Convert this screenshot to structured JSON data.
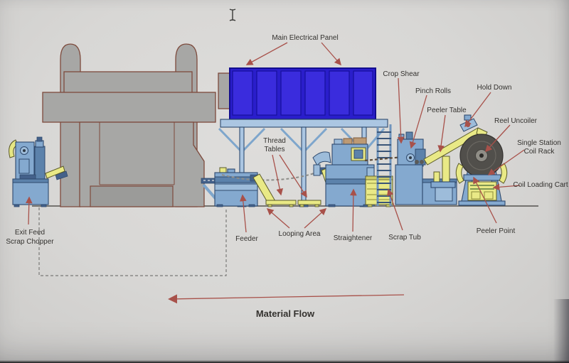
{
  "diagram": {
    "description": "Coil feed press line equipment layout",
    "labels": {
      "main_electrical_panel": "Main Electrical Panel",
      "crop_shear": "Crop Shear",
      "pinch_rolls": "Pinch Rolls",
      "hold_down": "Hold Down",
      "peeler_table": "Peeler Table",
      "reel_uncoiler": "Reel Uncoiler",
      "single_station_line1": "Single Station",
      "single_station_line2": "Coil Rack",
      "coil_loading_cart": "Coil Loading Cart",
      "peeler_point": "Peeler Point",
      "scrap_tub": "Scrap Tub",
      "straightener": "Straightener",
      "looping_area": "Looping Area",
      "feeder": "Feeder",
      "thread_tables_line1": "Thread",
      "thread_tables_line2": "Tables",
      "exit_feed_line1": "Exit Feed",
      "exit_feed_line2": "Scrap Chopper",
      "material_flow": "Material Flow"
    },
    "colors": {
      "press_gray": "#a7a7a5",
      "outline_brown": "#7d4a3c",
      "panel_blue": "#2a1ecb",
      "machine_blue": "#84a9cf",
      "machine_blue_dark": "#2f4a6e",
      "accent_yellow": "#e9e986",
      "coil_gray": "#514f4b",
      "annotation_red": "#a8514a",
      "text_color": "#34322f"
    }
  }
}
